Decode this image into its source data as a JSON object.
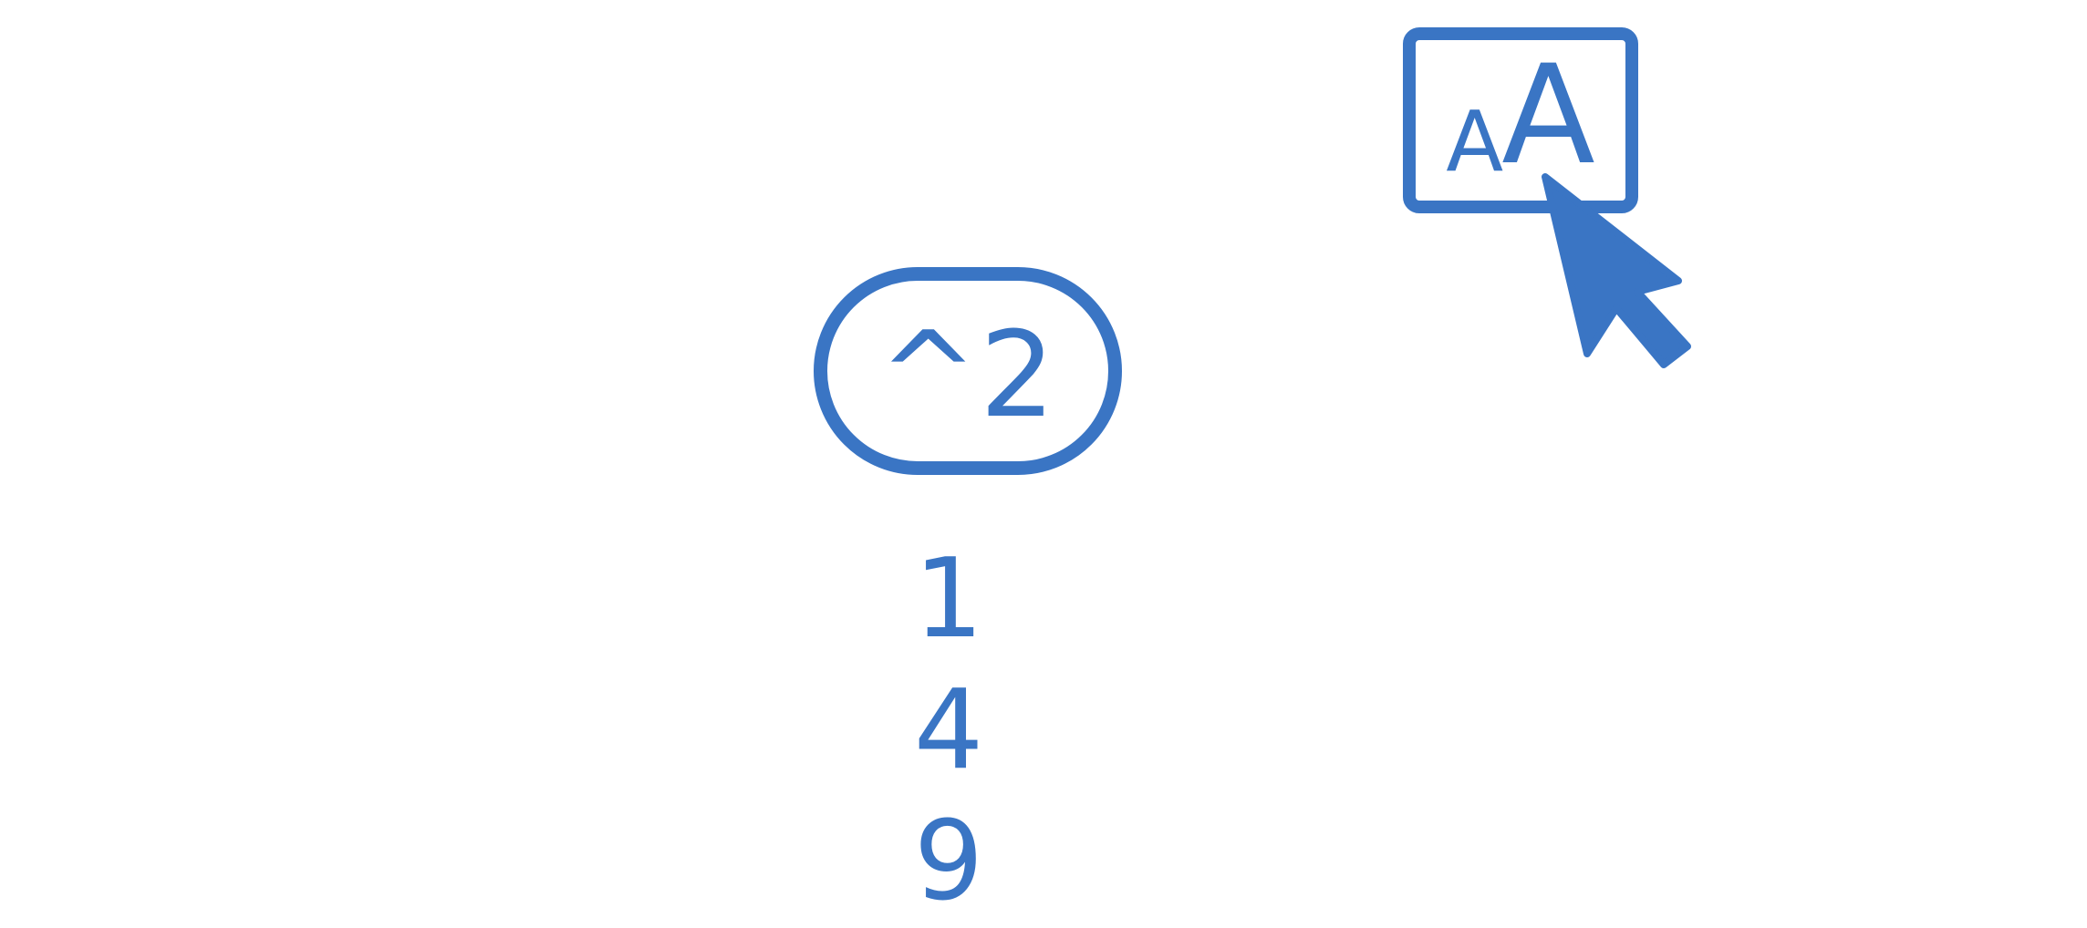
{
  "operator": {
    "label": "^2"
  },
  "results": [
    "1",
    "4",
    "9"
  ],
  "size_button": {
    "small_glyph": "A",
    "large_glyph": "A"
  },
  "icons": {
    "pointer": "mouse-pointer-icon"
  },
  "colors": {
    "ink": "#3a75c4",
    "background": "#ffffff"
  }
}
